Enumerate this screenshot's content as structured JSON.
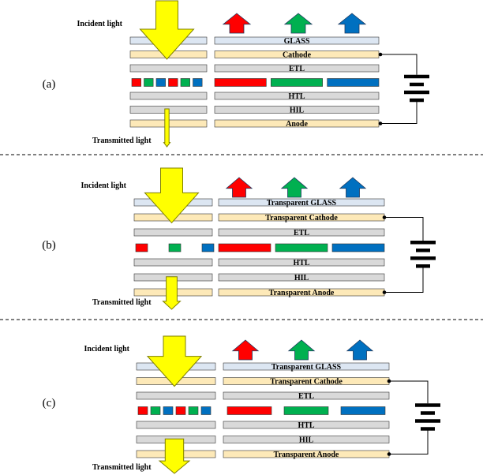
{
  "colors": {
    "glass": "#dce6f2",
    "electrode": "#fde9b8",
    "layer": "#d9d9d9",
    "red": "#ff0000",
    "green": "#00b050",
    "blue": "#0070c0",
    "arrow": "#ffff00",
    "stroke": "#333333"
  },
  "panels": [
    {
      "label": "(a)",
      "incident": "Incident light",
      "transmitted": "Transmitted light",
      "layers": [
        {
          "name": "glass-layer",
          "text": "GLASS",
          "fill": "glass"
        },
        {
          "name": "cathode-layer",
          "text": "Cathode",
          "fill": "electrode"
        },
        {
          "name": "etl-layer",
          "text": "ETL",
          "fill": "layer"
        },
        {
          "name": "emissive-layer",
          "text": "",
          "fill": "none"
        },
        {
          "name": "htl-layer",
          "text": "HTL",
          "fill": "layer"
        },
        {
          "name": "hil-layer",
          "text": "HIL",
          "fill": "layer"
        },
        {
          "name": "anode-layer",
          "text": "Anode",
          "fill": "electrode"
        }
      ],
      "subpixels": [
        "red",
        "green",
        "blue",
        "red",
        "green",
        "blue"
      ],
      "transmitted_level": 0.1
    },
    {
      "label": "(b)",
      "incident": "Incident light",
      "transmitted": "Transmitted light",
      "layers": [
        {
          "name": "glass-layer",
          "text": "Transparent GLASS",
          "fill": "glass"
        },
        {
          "name": "cathode-layer",
          "text": "Transparent Cathode",
          "fill": "electrode"
        },
        {
          "name": "etl-layer",
          "text": "ETL",
          "fill": "layer"
        },
        {
          "name": "emissive-layer",
          "text": "",
          "fill": "none"
        },
        {
          "name": "htl-layer",
          "text": "HTL",
          "fill": "layer"
        },
        {
          "name": "hil-layer",
          "text": "HIL",
          "fill": "layer"
        },
        {
          "name": "anode-layer",
          "text": "Transparent Anode",
          "fill": "electrode"
        }
      ],
      "subpixels": [
        "red",
        "green",
        "blue"
      ],
      "transmitted_level": 0.45
    },
    {
      "label": "(c)",
      "incident": "Incident light",
      "transmitted": "Transmitted light",
      "layers": [
        {
          "name": "glass-layer",
          "text": "Transparent GLASS",
          "fill": "glass"
        },
        {
          "name": "cathode-layer",
          "text": "Transparent Cathode",
          "fill": "electrode"
        },
        {
          "name": "etl-layer",
          "text": "ETL",
          "fill": "layer"
        },
        {
          "name": "emissive-layer",
          "text": "",
          "fill": "none"
        },
        {
          "name": "htl-layer",
          "text": "HTL",
          "fill": "layer"
        },
        {
          "name": "hil-layer",
          "text": "HIL",
          "fill": "layer"
        },
        {
          "name": "anode-layer",
          "text": "Transparent Anode",
          "fill": "electrode"
        }
      ],
      "subpixels": [
        "red",
        "green",
        "blue",
        "red",
        "green",
        "blue"
      ],
      "transmitted_level": 0.85
    }
  ]
}
